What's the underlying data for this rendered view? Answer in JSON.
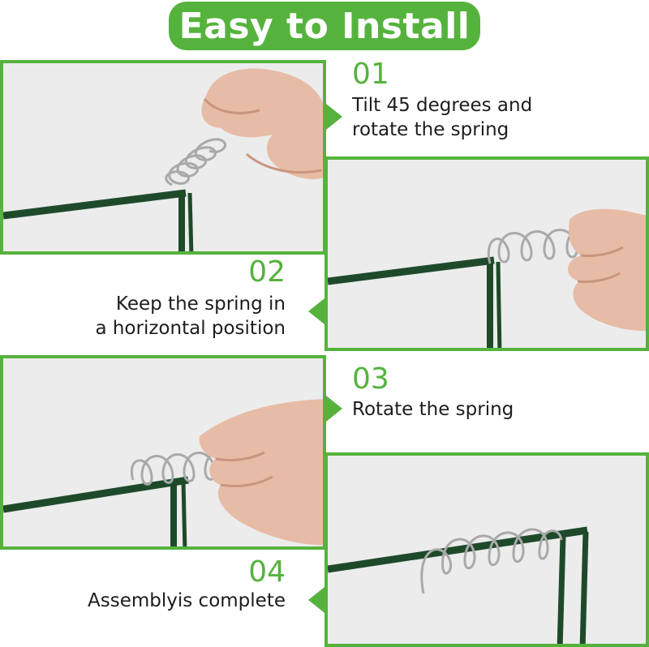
{
  "title": "Easy to Install",
  "colors": {
    "accent": "#55b33d",
    "frame": "#1e4a2a",
    "spring": "#a9a9a9",
    "panel_bg": "#ececec"
  },
  "steps": [
    {
      "number": "01",
      "lines": [
        "Tilt 45 degrees and",
        "rotate the spring"
      ]
    },
    {
      "number": "02",
      "lines": [
        "Keep the spring in",
        "a horizontal position"
      ]
    },
    {
      "number": "03",
      "lines": [
        "Rotate the spring"
      ]
    },
    {
      "number": "04",
      "lines": [
        "Assemblyis complete"
      ]
    }
  ]
}
